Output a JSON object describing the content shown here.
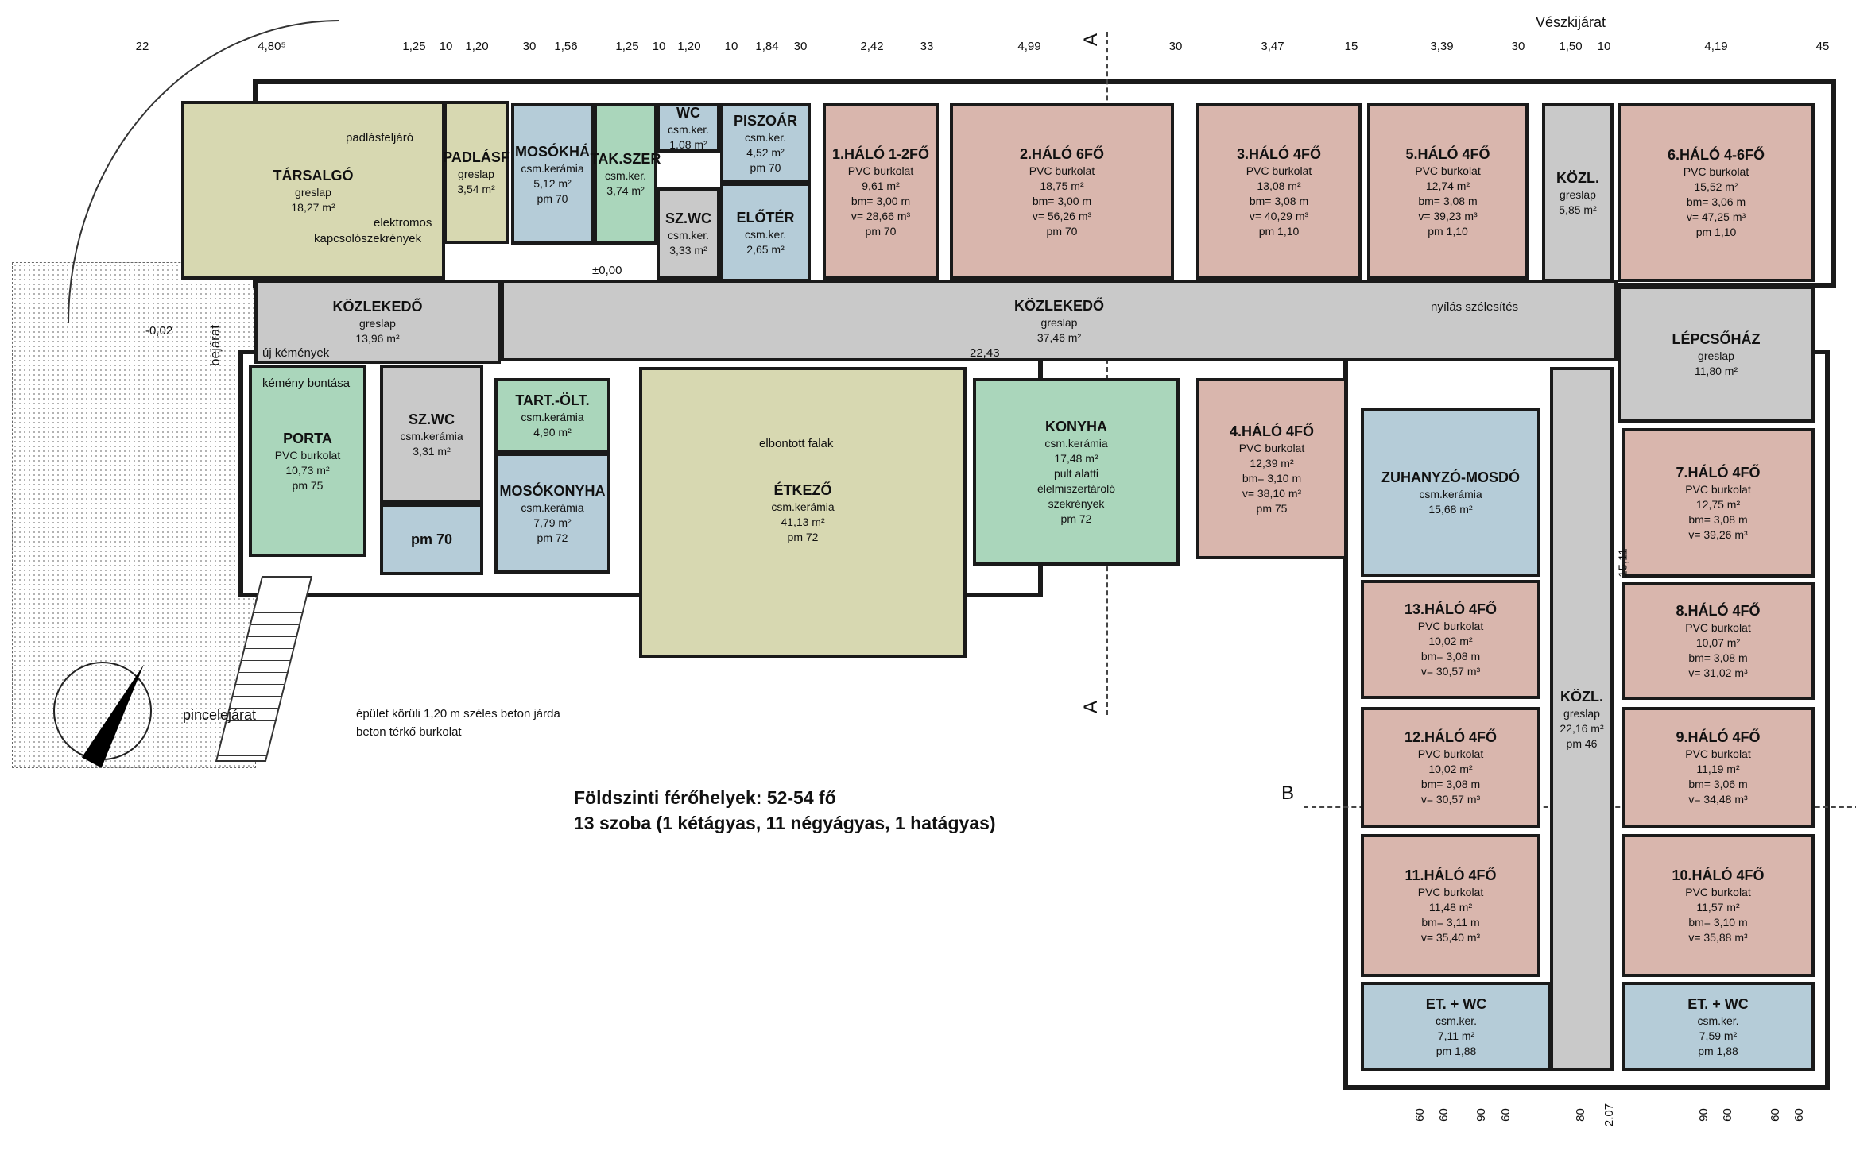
{
  "colors": {
    "sleeping": "#d9b6ad",
    "wet": "#b5ccd8",
    "service": "#aad6bb",
    "common": "#d7d8b1",
    "circulation": "#c9c9c9"
  },
  "rooms": [
    {
      "id": "tarsalgo",
      "type": "common",
      "lines": [
        "TÁRSALGÓ",
        "greslap",
        "18,27 m²"
      ]
    },
    {
      "id": "padlas",
      "type": "common",
      "lines": [
        "PADLÁSF",
        "greslap",
        "3,54 m²"
      ]
    },
    {
      "id": "mosokh",
      "type": "wet",
      "lines": [
        "MOSÓKHÁ",
        "csm.kerámia",
        "5,12 m²",
        "pm 70"
      ]
    },
    {
      "id": "takszer",
      "type": "service",
      "lines": [
        "TAK.SZER",
        "csm.ker.",
        "3,74 m²"
      ]
    },
    {
      "id": "wc",
      "type": "wet",
      "lines": [
        "WC",
        "csm.ker.",
        "1,08 m²"
      ]
    },
    {
      "id": "piszoar",
      "type": "wet",
      "lines": [
        "PISZOÁR",
        "csm.ker.",
        "4,52 m²",
        "pm 70"
      ]
    },
    {
      "id": "eloter",
      "type": "wet",
      "lines": [
        "ELŐTÉR",
        "csm.ker.",
        "2,65 m²"
      ]
    },
    {
      "id": "szwc1",
      "type": "circulation",
      "lines": [
        "SZ.WC",
        "csm.ker.",
        "3,33 m²"
      ]
    },
    {
      "id": "halo1",
      "type": "sleeping",
      "lines": [
        "1.HÁLÓ 1-2FŐ",
        "PVC burkolat",
        "9,61 m²",
        "bm= 3,00 m",
        "v= 28,66 m³",
        "pm 70"
      ]
    },
    {
      "id": "halo2",
      "type": "sleeping",
      "lines": [
        "2.HÁLÓ 6FŐ",
        "PVC burkolat",
        "18,75 m²",
        "bm= 3,00 m",
        "v= 56,26 m³",
        "pm 70"
      ]
    },
    {
      "id": "halo3",
      "type": "sleeping",
      "lines": [
        "3.HÁLÓ 4FŐ",
        "PVC burkolat",
        "13,08 m²",
        "bm= 3,08 m",
        "v= 40,29 m³",
        "pm 1,10"
      ]
    },
    {
      "id": "halo5",
      "type": "sleeping",
      "lines": [
        "5.HÁLÓ 4FŐ",
        "PVC burkolat",
        "12,74 m²",
        "bm= 3,08 m",
        "v= 39,23 m³",
        "pm 1,10"
      ]
    },
    {
      "id": "kozl1",
      "type": "circulation",
      "lines": [
        "KÖZL.",
        "greslap",
        "5,85 m²"
      ]
    },
    {
      "id": "halo6",
      "type": "sleeping",
      "lines": [
        "6.HÁLÓ 4-6FŐ",
        "PVC burkolat",
        "15,52 m²",
        "bm= 3,06 m",
        "v= 47,25 m³",
        "pm 1,10"
      ]
    },
    {
      "id": "kozlekedo1",
      "type": "circulation",
      "lines": [
        "KÖZLEKEDŐ",
        "greslap",
        "13,96 m²"
      ]
    },
    {
      "id": "kozlekedo2",
      "type": "circulation",
      "lines": [
        "KÖZLEKEDŐ",
        "greslap",
        "37,46 m²"
      ]
    },
    {
      "id": "lepcsohaz",
      "type": "circulation",
      "lines": [
        "LÉPCSŐHÁZ",
        "greslap",
        "11,80 m²"
      ]
    },
    {
      "id": "porta",
      "type": "service",
      "lines": [
        "PORTA",
        "PVC burkolat",
        "10,73 m²",
        "pm 75"
      ]
    },
    {
      "id": "szwc2",
      "type": "circulation",
      "lines": [
        "SZ.WC",
        "csm.kerámia",
        "3,31 m²"
      ]
    },
    {
      "id": "wc2",
      "type": "wet",
      "lines": [
        "pm 70"
      ]
    },
    {
      "id": "tartolt",
      "type": "service",
      "lines": [
        "TART.-ÖLT.",
        "csm.kerámia",
        "4,90 m²"
      ]
    },
    {
      "id": "mosokonyha",
      "type": "wet",
      "lines": [
        "MOSÓKONYHA",
        "csm.kerámia",
        "7,79 m²",
        "pm 72"
      ]
    },
    {
      "id": "etkezo",
      "type": "common",
      "lines": [
        "ÉTKEZŐ",
        "csm.kerámia",
        "41,13 m²",
        "pm 72"
      ]
    },
    {
      "id": "konyha",
      "type": "service",
      "lines": [
        "KONYHA",
        "csm.kerámia",
        "17,48 m²",
        "pult alatti",
        "élelmiszertároló",
        "szekrények",
        "pm 72"
      ]
    },
    {
      "id": "halo4",
      "type": "sleeping",
      "lines": [
        "4.HÁLÓ 4FŐ",
        "PVC burkolat",
        "12,39 m²",
        "bm= 3,10 m",
        "v= 38,10 m³",
        "pm 75"
      ]
    },
    {
      "id": "zuhanyzo",
      "type": "wet",
      "lines": [
        "ZUHANYZÓ-MOSDÓ",
        "csm.kerámia",
        "15,68 m²"
      ]
    },
    {
      "id": "kozl2",
      "type": "circulation",
      "lines": [
        "KÖZL.",
        "greslap",
        "22,16 m²",
        "pm 46"
      ]
    },
    {
      "id": "halo13",
      "type": "sleeping",
      "lines": [
        "13.HÁLÓ 4FŐ",
        "PVC burkolat",
        "10,02 m²",
        "bm= 3,08 m",
        "v= 30,57 m³"
      ]
    },
    {
      "id": "halo12",
      "type": "sleeping",
      "lines": [
        "12.HÁLÓ 4FŐ",
        "PVC burkolat",
        "10,02 m²",
        "bm= 3,08 m",
        "v= 30,57 m³"
      ]
    },
    {
      "id": "halo11",
      "type": "sleeping",
      "lines": [
        "11.HÁLÓ 4FŐ",
        "PVC burkolat",
        "11,48 m²",
        "bm= 3,11 m",
        "v= 35,40 m³"
      ]
    },
    {
      "id": "etwc1",
      "type": "wet",
      "lines": [
        "ET. + WC",
        "csm.ker.",
        "7,11 m²",
        "pm 1,88"
      ]
    },
    {
      "id": "halo7",
      "type": "sleeping",
      "lines": [
        "7.HÁLÓ 4FŐ",
        "PVC burkolat",
        "12,75 m²",
        "bm= 3,08 m",
        "v= 39,26 m³"
      ]
    },
    {
      "id": "halo8",
      "type": "sleeping",
      "lines": [
        "8.HÁLÓ 4FŐ",
        "PVC burkolat",
        "10,07 m²",
        "bm= 3,08 m",
        "v= 31,02 m³"
      ]
    },
    {
      "id": "halo9",
      "type": "sleeping",
      "lines": [
        "9.HÁLÓ 4FŐ",
        "PVC burkolat",
        "11,19 m²",
        "bm= 3,06 m",
        "v= 34,48 m³"
      ]
    },
    {
      "id": "halo10",
      "type": "sleeping",
      "lines": [
        "10.HÁLÓ 4FŐ",
        "PVC burkolat",
        "11,57 m²",
        "bm= 3,10 m",
        "v= 35,88 m³"
      ]
    },
    {
      "id": "etwc2",
      "type": "wet",
      "lines": [
        "ET. + WC",
        "csm.ker.",
        "7,59 m²",
        "pm 1,88"
      ]
    }
  ],
  "top_dimensions": [
    "22",
    "4,80⁵",
    "1,25",
    "10",
    "1,20",
    "30",
    "1,56",
    "1,25",
    "10",
    "1,20",
    "10",
    "1,84",
    "30",
    "2,42",
    "33",
    "4,99",
    "30",
    "3,47",
    "15",
    "3,39",
    "30",
    "1,50",
    "10",
    "4,19",
    "45"
  ],
  "bottom_dimensions": [
    "60",
    "60",
    "90",
    "60",
    "80",
    "2,07",
    "90",
    "60",
    "60",
    "60"
  ],
  "notes": {
    "emergency_exit": "Vészkijárat",
    "attic_access": "padlásfeljáró",
    "electrical": "elektromos",
    "cabinets": "kapcsolószekrények",
    "new_chimneys": "új kémények",
    "chimney_removal": "kémény bontása",
    "removed_walls": "elbontott falak",
    "opening_widening": "nyílás szélesítés",
    "entrance": "bejárat",
    "basement_entrance": "pincelejárat",
    "walkway": "épület körüli 1,20 m széles beton járda",
    "paving": "beton térkő burkolat",
    "level_zero": "±0,00",
    "level_outside": "-0,02",
    "corridor_length": "22,43",
    "side_corridor_length": "15,11",
    "section_a": "A",
    "section_b": "B"
  },
  "summary": {
    "line1": "Földszinti férőhelyek: 52-54 fő",
    "line2": "13 szoba (1 kétágyas, 11 négyágyas, 1 hatágyas)"
  }
}
